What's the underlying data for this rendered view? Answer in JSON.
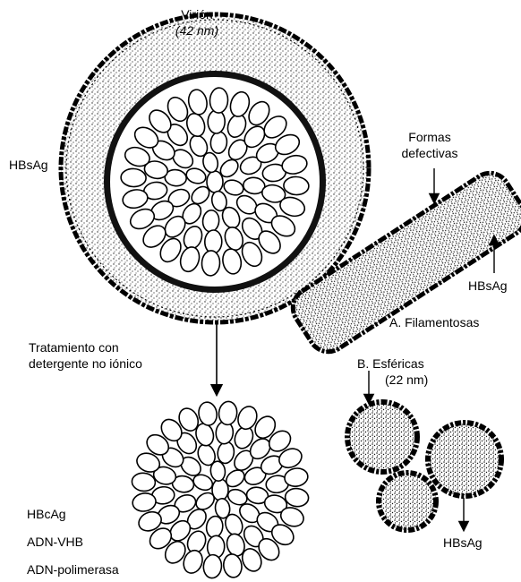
{
  "virion": {
    "title": "Virión",
    "size": "(42 nm)",
    "surface_label": "HBsAg"
  },
  "defective": {
    "title_line1": "Formas",
    "title_line2": "defectivas",
    "filament_label": "HBsAg",
    "filament_caption": "A. Filamentosas",
    "spherical_caption": "B. Esféricas",
    "spherical_size": "(22 nm)",
    "sphere_label": "HBsAg"
  },
  "treatment": {
    "line1": "Tratamiento con",
    "line2": "detergente no iónico"
  },
  "core": {
    "items": [
      "HBcAg",
      "ADN-VHB",
      "ADN-polimerasa"
    ]
  },
  "colors": {
    "ink": "#000000",
    "stipple": "#1a1a1a",
    "paper": "#ffffff"
  }
}
